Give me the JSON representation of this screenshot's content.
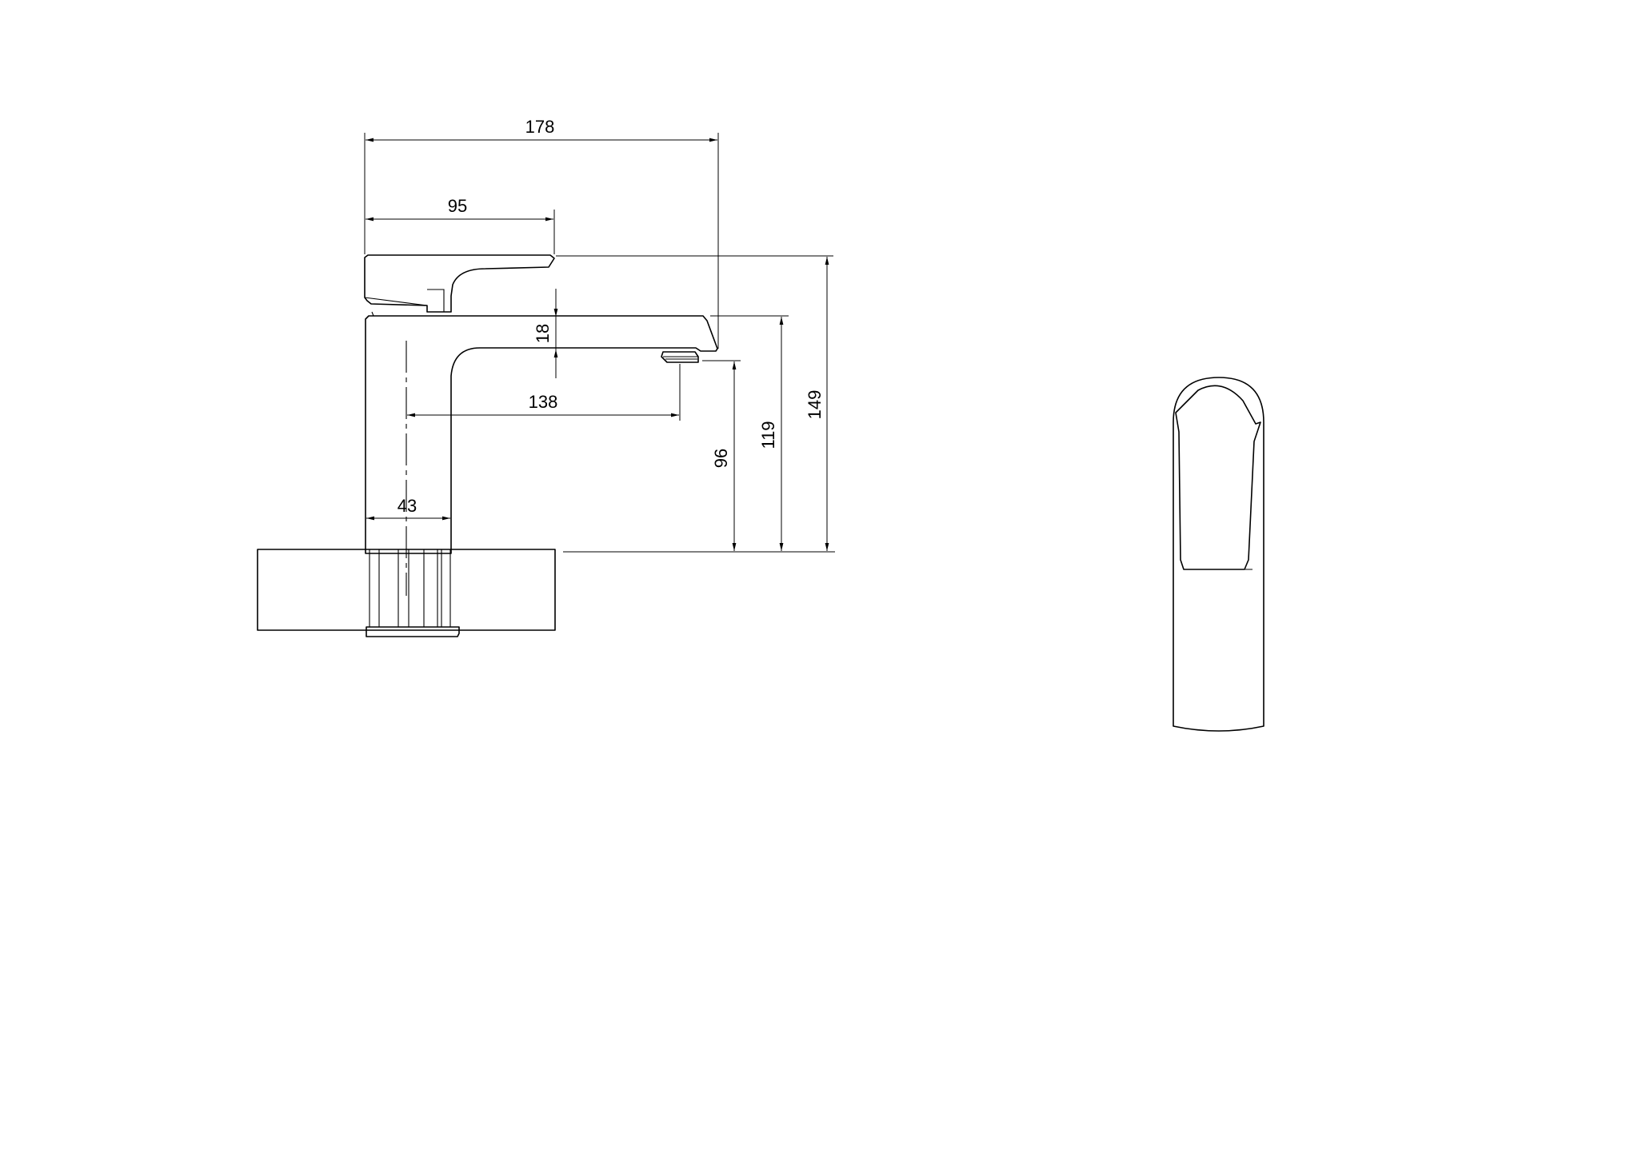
{
  "drawing": {
    "line_color": "#000000",
    "background": "#ffffff",
    "dimensions": {
      "overall_length": "178",
      "lever_length": "95",
      "spout_reach": "138",
      "body_width": "43",
      "spout_thickness": "18",
      "outlet_height": "96",
      "spout_top_height": "119",
      "overall_height": "149"
    }
  }
}
